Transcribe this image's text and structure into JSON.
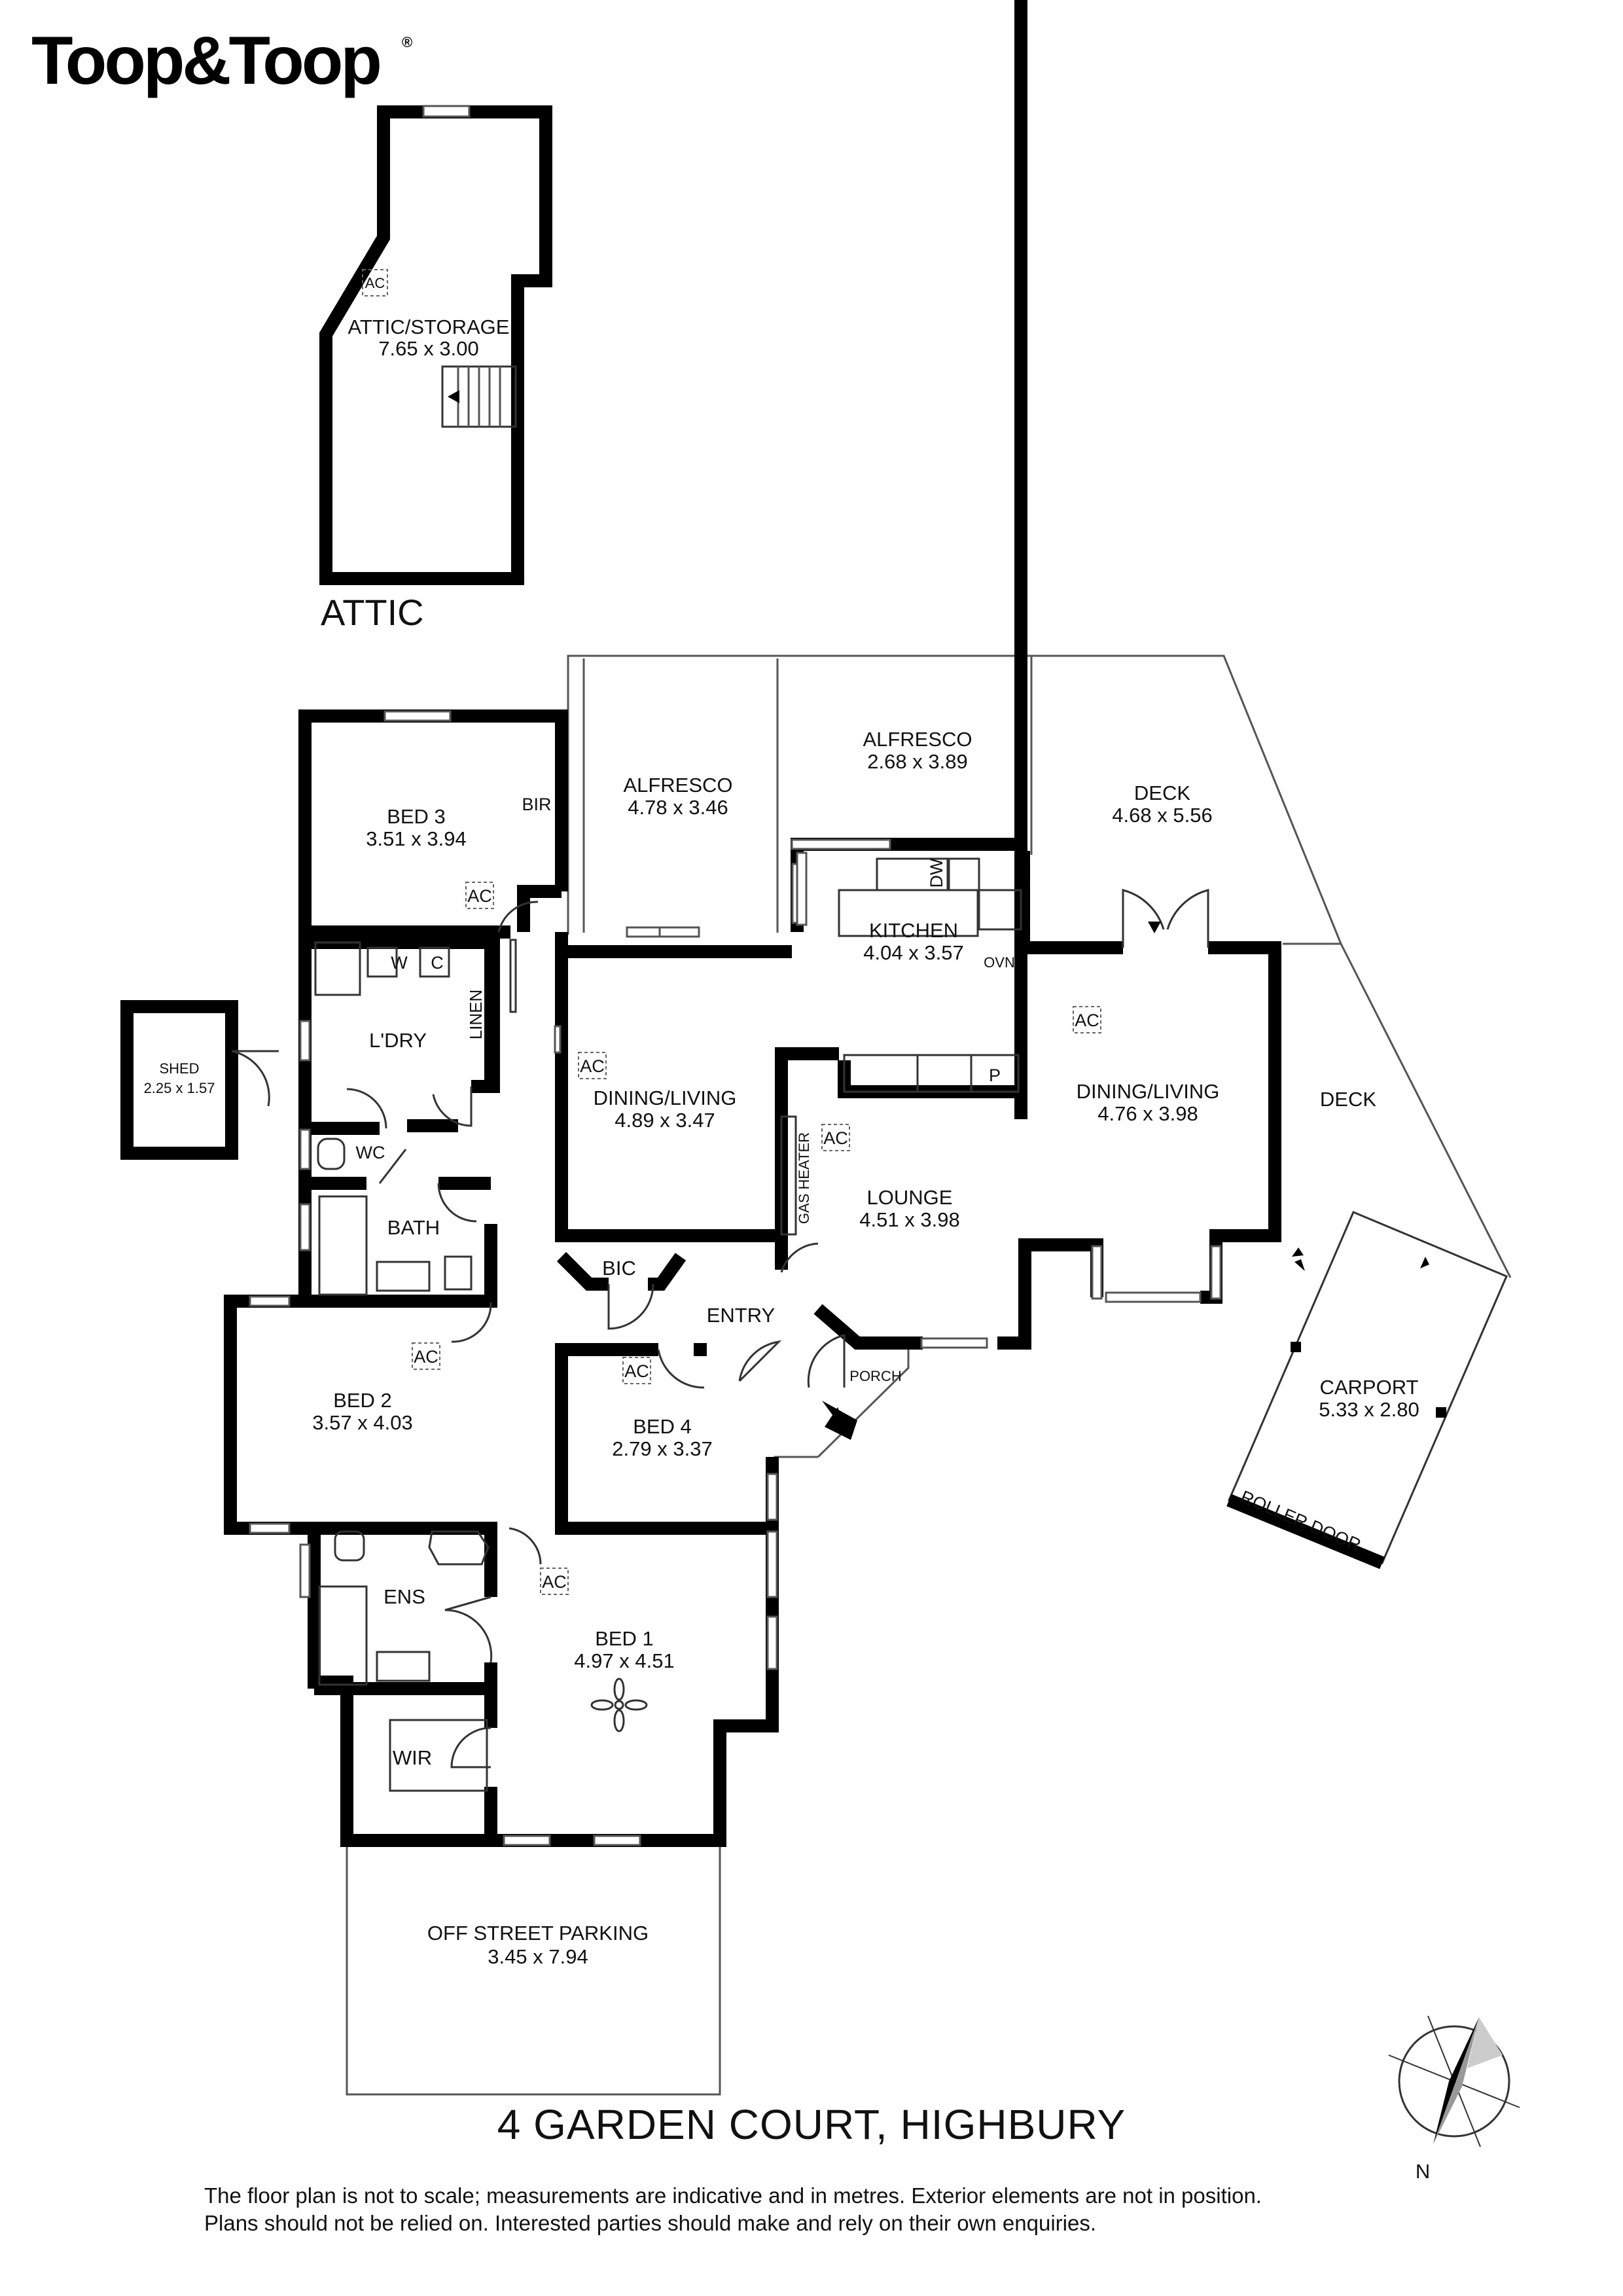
{
  "brand": {
    "name": "Toop&Toop",
    "registered": "®"
  },
  "attic": {
    "caption": "ATTIC",
    "room": {
      "name": "ATTIC/STORAGE",
      "dims": "7.65 x 3.00"
    },
    "ac": "AC"
  },
  "rooms": {
    "bed3": {
      "name": "BED 3",
      "dims": "3.51 x 3.94"
    },
    "bir": "BIR",
    "alfresco1": {
      "name": "ALFRESCO",
      "dims": "4.78 x 3.46"
    },
    "alfresco2": {
      "name": "ALFRESCO",
      "dims": "2.68 x 3.89"
    },
    "deck_top": {
      "name": "DECK",
      "dims": "4.68 x 5.56"
    },
    "deck_side": "DECK",
    "kitchen": {
      "name": "KITCHEN",
      "dims": "4.04 x 3.57"
    },
    "dw": "DW",
    "ovn": "OVN",
    "pantry": "P",
    "wc_box": "W",
    "c_box": "C",
    "laundry": "L'DRY",
    "linen": "LINEN",
    "shed": {
      "name": "SHED",
      "dims": "2.25 x 1.57"
    },
    "dining_living_1": {
      "name": "DINING/LIVING",
      "dims": "4.89 x 3.47"
    },
    "dining_living_2": {
      "name": "DINING/LIVING",
      "dims": "4.76 x 3.98"
    },
    "wc": "WC",
    "bath": "BATH",
    "gas_heater": "GAS HEATER",
    "lounge": {
      "name": "LOUNGE",
      "dims": "4.51 x 3.98"
    },
    "bic": "BIC",
    "entry": "ENTRY",
    "porch": "PORCH",
    "bed2": {
      "name": "BED 2",
      "dims": "3.57 x 4.03"
    },
    "bed4": {
      "name": "BED 4",
      "dims": "2.79 x 3.37"
    },
    "carport": {
      "name": "CARPORT",
      "dims": "5.33 x 2.80"
    },
    "roller_door": "ROLLER DOOR",
    "ens": "ENS",
    "bed1": {
      "name": "BED 1",
      "dims": "4.97 x 4.51"
    },
    "wir": "WIR",
    "parking": {
      "name": "OFF STREET PARKING",
      "dims": "3.45 x 7.94"
    }
  },
  "ac_label": "AC",
  "compass": {
    "north": "N"
  },
  "address": "4 GARDEN COURT, HIGHBURY",
  "disclaimer": {
    "line1": "The floor plan is not to scale; measurements are indicative and in metres. Exterior elements are not in position.",
    "line2": "Plans should not be relied on. Interested parties should make and rely on their own enquiries."
  },
  "colors": {
    "walls": "#000000",
    "text": "#111111",
    "background": "#ffffff"
  }
}
